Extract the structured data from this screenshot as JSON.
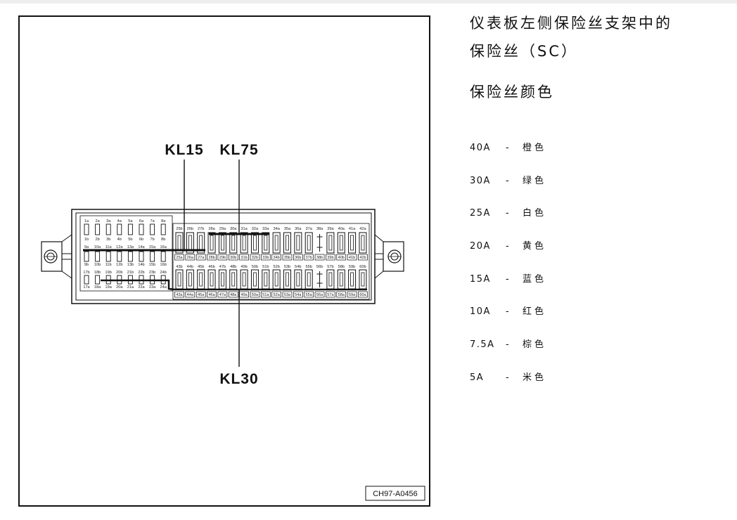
{
  "diagram": {
    "labels": {
      "kl15": "KL15",
      "kl75": "KL75",
      "kl30": "KL30"
    },
    "code": "CH97-A0456",
    "fuse_labels": {
      "left_row1_top": [
        "1a",
        "2a",
        "3a",
        "4a",
        "5a",
        "6a",
        "7a",
        "8a"
      ],
      "left_row1_bottom": [
        "1b",
        "2b",
        "3b",
        "4b",
        "5b",
        "6b",
        "7b",
        "8b"
      ],
      "left_row2_top": [
        "9a",
        "10a",
        "11a",
        "12a",
        "13a",
        "14a",
        "15a",
        "16a"
      ],
      "left_row2_bottom": [
        "9b",
        "10b",
        "11b",
        "12b",
        "13b",
        "14b",
        "15b",
        "16b"
      ],
      "left_row3_top": [
        "17b",
        "18b",
        "19b",
        "20b",
        "21b",
        "22b",
        "23b",
        "24b"
      ],
      "left_row3_bottom": [
        "17a",
        "18a",
        "19a",
        "20a",
        "21a",
        "22a",
        "23a",
        "24a"
      ],
      "right_row1_top": [
        "25b",
        "26b",
        "27b",
        "28a",
        "29a",
        "30a",
        "31a",
        "32a",
        "33a",
        "34a",
        "35a",
        "36a",
        "37a",
        "38a",
        "39a",
        "40a",
        "41a",
        "42a"
      ],
      "right_row1_bottom": [
        "25a",
        "26a",
        "27a",
        "28b",
        "29b",
        "30b",
        "31b",
        "32b",
        "33b",
        "34b",
        "35b",
        "36b",
        "37b",
        "38b",
        "39b",
        "40b",
        "41b",
        "42b"
      ],
      "right_row2_top": [
        "43b",
        "44b",
        "45b",
        "46b",
        "47b",
        "48b",
        "49b",
        "50b",
        "51b",
        "52b",
        "53b",
        "54b",
        "55b",
        "56b",
        "57b",
        "58b",
        "59b",
        "60b"
      ],
      "right_row2_bottom": [
        "43a",
        "44a",
        "45a",
        "46a",
        "47a",
        "48a",
        "49a",
        "50a",
        "51a",
        "52a",
        "53a",
        "54a",
        "55a",
        "56a",
        "57a",
        "58a",
        "59a",
        "60a"
      ]
    }
  },
  "legend": {
    "title_line1": "仪表板左侧保险丝支架中的",
    "title_line2": "保险丝（SC）",
    "subtitle": "保险丝颜色",
    "items": [
      {
        "rating": "40A",
        "sep": "-",
        "color": "橙色"
      },
      {
        "rating": "30A",
        "sep": "-",
        "color": "绿色"
      },
      {
        "rating": "25A",
        "sep": "-",
        "color": "白色"
      },
      {
        "rating": "20A",
        "sep": "-",
        "color": "黄色"
      },
      {
        "rating": "15A",
        "sep": "-",
        "color": "蓝色"
      },
      {
        "rating": "10A",
        "sep": "-",
        "color": "红色"
      },
      {
        "rating": "7.5A",
        "sep": "-",
        "color": "棕色"
      },
      {
        "rating": "5A",
        "sep": "-",
        "color": "米色"
      }
    ]
  }
}
